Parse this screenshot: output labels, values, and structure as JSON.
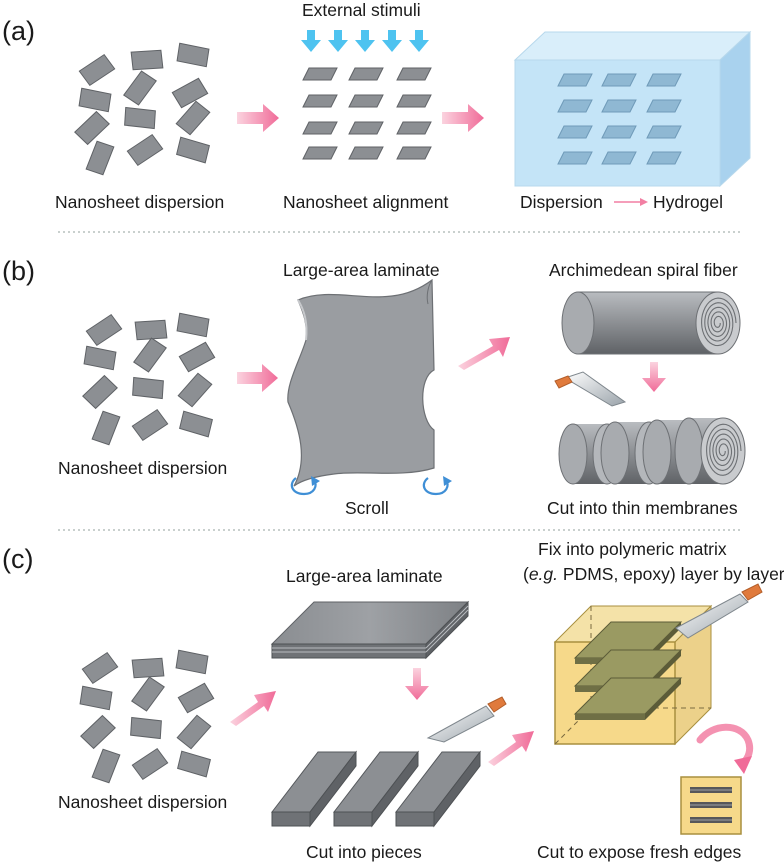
{
  "panels": {
    "a": {
      "letter": "(a)",
      "stimuli_label": "External stimuli",
      "dispersion_caption": "Nanosheet dispersion",
      "alignment_caption": "Nanosheet alignment",
      "hydrogel_caption_left": "Dispersion",
      "hydrogel_caption_right": "Hydrogel"
    },
    "b": {
      "letter": "(b)",
      "dispersion_caption": "Nanosheet dispersion",
      "laminate_caption": "Large-area laminate",
      "scroll_caption": "Scroll",
      "spiral_caption": "Archimedean spiral fiber",
      "cut_caption": "Cut into thin membranes"
    },
    "c": {
      "letter": "(c)",
      "dispersion_caption": "Nanosheet dispersion",
      "laminate_caption": "Large-area laminate",
      "pieces_caption": "Cut into pieces",
      "matrix_caption_line1": "Fix into polymeric matrix",
      "matrix_caption_eg": "e.g.",
      "matrix_caption_line2_open": "(",
      "matrix_caption_line2_rest": " PDMS, epoxy) layer by layer",
      "edges_caption": "Cut to expose fresh edges"
    }
  },
  "colors": {
    "sheet": "#8c8f93",
    "pink_arrow": "#f27fa3",
    "blue_arrow": "#4ec3f0",
    "gel_blue": "#bfe1f4",
    "matrix_yellow": "#f6d98a",
    "blade_copper": "#e07a3c",
    "scroll_blue": "#3f8fd6"
  }
}
